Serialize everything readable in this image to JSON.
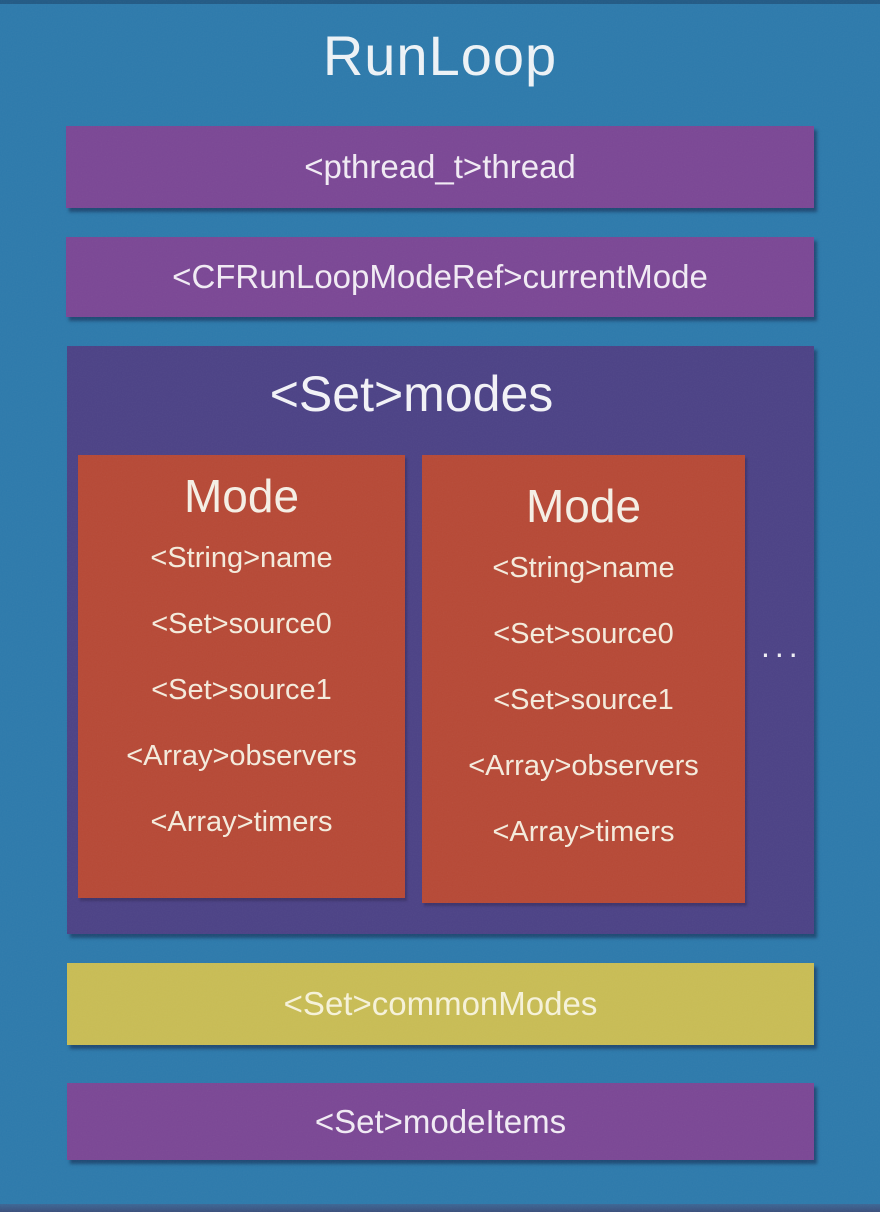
{
  "title": "RunLoop",
  "bars": {
    "thread": "<pthread_t>thread",
    "current_mode": "<CFRunLoopModeRef>currentMode",
    "common_modes": "<Set>commonModes",
    "mode_items": "<Set>modeItems"
  },
  "modes_container": {
    "label": "<Set>modes",
    "ellipsis": "...",
    "mode_boxes": [
      {
        "title": "Mode",
        "fields": [
          "<String>name",
          "<Set>source0",
          "<Set>source1",
          "<Array>observers",
          "<Array>timers"
        ]
      },
      {
        "title": "Mode",
        "fields": [
          "<String>name",
          "<Set>source0",
          "<Set>source1",
          "<Array>observers",
          "<Array>timers"
        ]
      }
    ]
  },
  "colors": {
    "background": "#2d7aac",
    "purple_bar": "#7b4795",
    "yellow_bar": "#c9bd55",
    "modes_container": "#4c4286",
    "mode_card": "#b74936"
  }
}
